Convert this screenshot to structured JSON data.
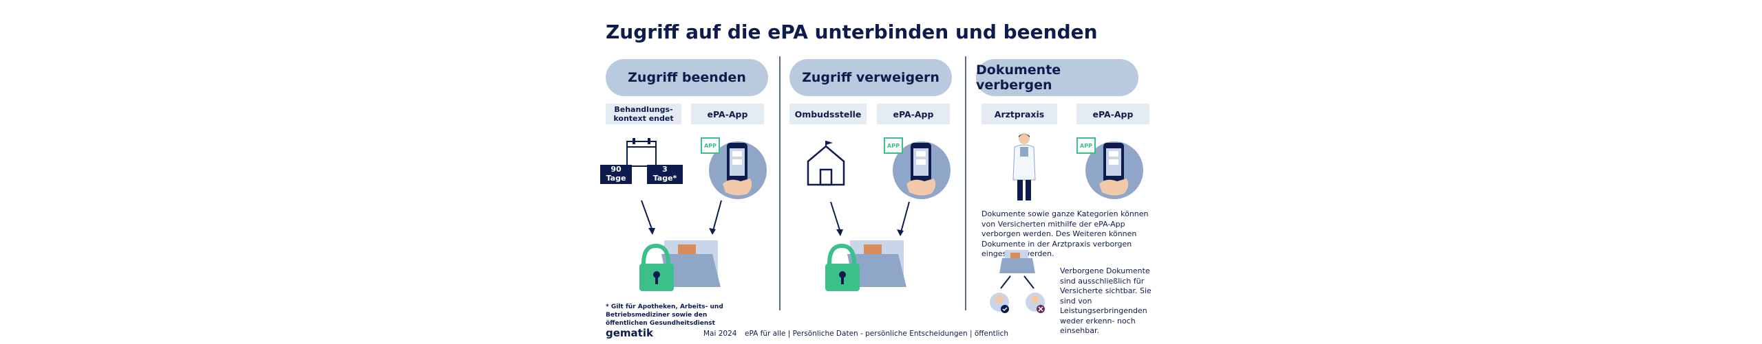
{
  "title": "Zugriff auf die ePA unterbinden und beenden",
  "columns": [
    {
      "heading": "Zugriff beenden",
      "tag_left": "Behandlungs-\nkontext endet",
      "tag_right": "ePA-App"
    },
    {
      "heading": "Zugriff verweigern",
      "tag_left": "Ombudsstelle",
      "tag_right": "ePA-App"
    },
    {
      "heading": "Dokumente verbergen",
      "tag_left": "Arztpraxis",
      "tag_right": "ePA-App"
    }
  ],
  "calendar": {
    "box1": "90\nTage",
    "box2": "3\nTage*"
  },
  "app_badge": "APP",
  "paragraph_hide": "Dokumente sowie ganze Kategorien können von Versicherten mithilfe der ePA-App verborgen werden. Des Weiteren können Dokumente in der Arztpraxis verborgen eingestellt werden.",
  "paragraph_hidden_docs": "Verborgene Dokumente sind ausschließlich für Versicherte sichtbar. Sie sind von Leistungserbringenden weder erkenn- noch einsehbar.",
  "footnote": "* Gilt für Apotheken, Arbeits- und Betriebsmediziner sowie den öffentlichen Gesundheitsdienst",
  "footer": {
    "brand": "gematik",
    "date": "Mai 2024",
    "subtitle": "ePA für alle | Persönliche Daten - persönliche Entscheidungen | öffentlich"
  },
  "colors": {
    "navy": "#0e1b4d",
    "pill": "#b9c9de",
    "tag": "#e5ebf3",
    "green": "#3cc08a",
    "folder": "#8fa6c8"
  }
}
